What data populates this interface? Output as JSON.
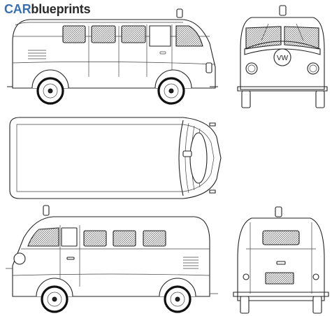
{
  "logo": {
    "car": "CAR",
    "blueprints": "blueprints",
    "colors": {
      "car": "#3a6fb2",
      "blueprints": "#2a2a2a"
    }
  },
  "views": [
    "side-view-right",
    "front-view",
    "top-view",
    "side-view-left",
    "rear-view"
  ],
  "badge": "VW",
  "colors": {
    "line": "#222222",
    "background": "#ffffff"
  }
}
